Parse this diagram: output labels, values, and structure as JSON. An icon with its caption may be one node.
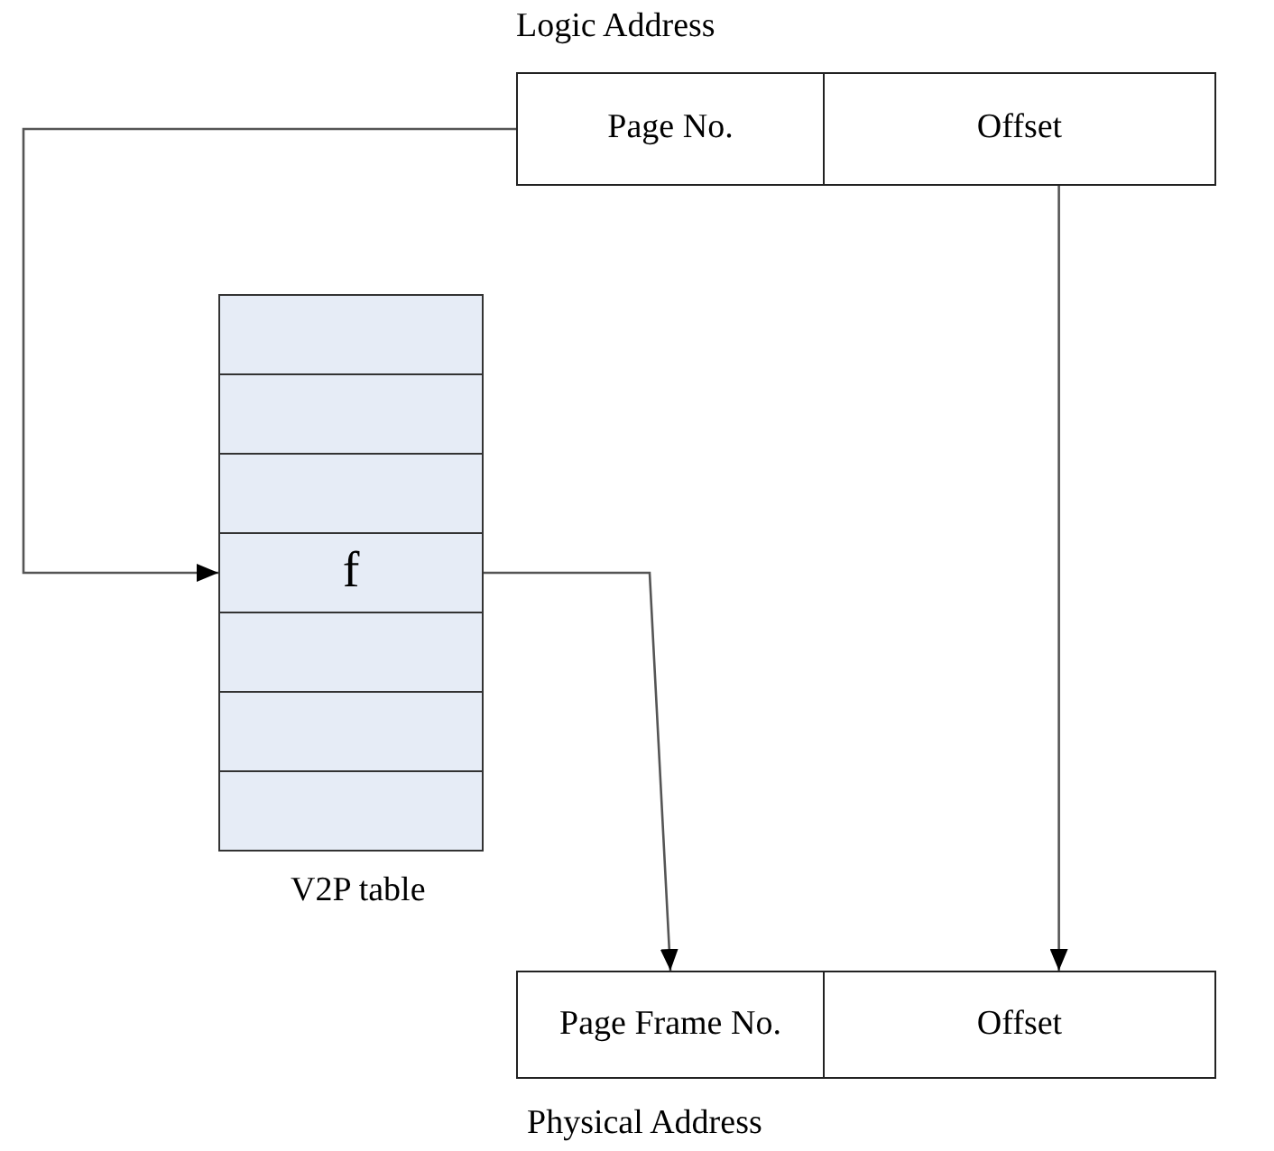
{
  "diagram": {
    "nodes": [
      {
        "text": [
          "Logic Address"
        ]
      },
      {
        "text": [
          "Page No."
        ],
        "in": 0
      },
      {
        "text": [
          "Offset"
        ],
        "in": 0
      },
      {
        "text": [
          "V2P table"
        ]
      },
      {
        "text": [],
        "shape": "box",
        "in": 3
      },
      {
        "text": [],
        "shape": "box",
        "in": 3
      },
      {
        "text": [],
        "shape": "box",
        "in": 3
      },
      {
        "text": [
          "f"
        ],
        "in": 3
      },
      {
        "text": [],
        "shape": "box",
        "in": 3
      },
      {
        "text": [],
        "shape": "box",
        "in": 3
      },
      {
        "text": [],
        "shape": "box",
        "in": 3
      },
      {
        "text": [
          "Physical Address"
        ]
      },
      {
        "text": [
          "Page Frame No."
        ],
        "in": 11
      },
      {
        "text": [
          "Offset"
        ],
        "in": 11
      }
    ],
    "edges": [
      {
        "from": 1,
        "to": 7,
        "arrow": "to"
      },
      {
        "from": 2,
        "to": 13,
        "arrow": "to"
      },
      {
        "from": 7,
        "to": 12,
        "arrow": "to"
      }
    ]
  }
}
